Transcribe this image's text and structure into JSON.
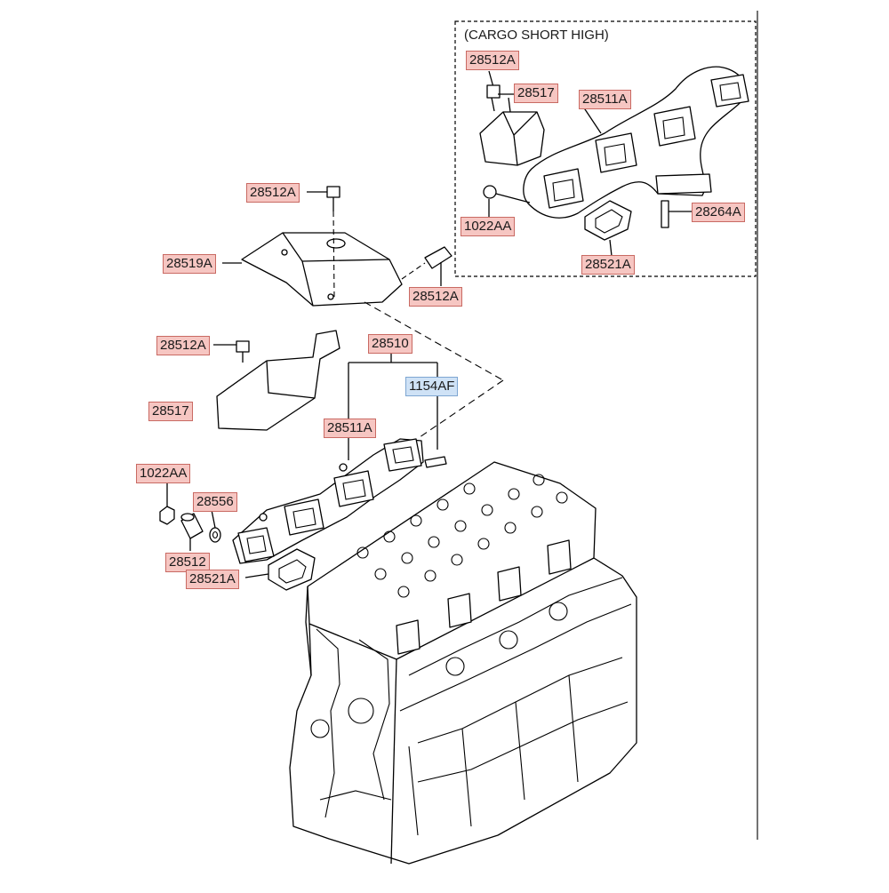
{
  "variant_box": {
    "title": "(CARGO SHORT HIGH)",
    "labels": {
      "bolt_top": "28512A",
      "heat_shield": "28517",
      "manifold": "28511A",
      "nut": "1022AA",
      "stud": "28264A",
      "gasket": "28521A"
    }
  },
  "main": {
    "labels": {
      "bolt_upper": "28512A",
      "bracket": "28519A",
      "bolt_side": "28512A",
      "bolt_shield": "28512A",
      "assembly": "28510",
      "shield": "28517",
      "stud_code": "1154AF",
      "manifold": "28511A",
      "nut": "1022AA",
      "washer": "28556",
      "spacer": "28512",
      "gasket": "28521A"
    }
  },
  "colors": {
    "label_red": "#f6c6c2",
    "label_blue": "#cfe2f6"
  }
}
